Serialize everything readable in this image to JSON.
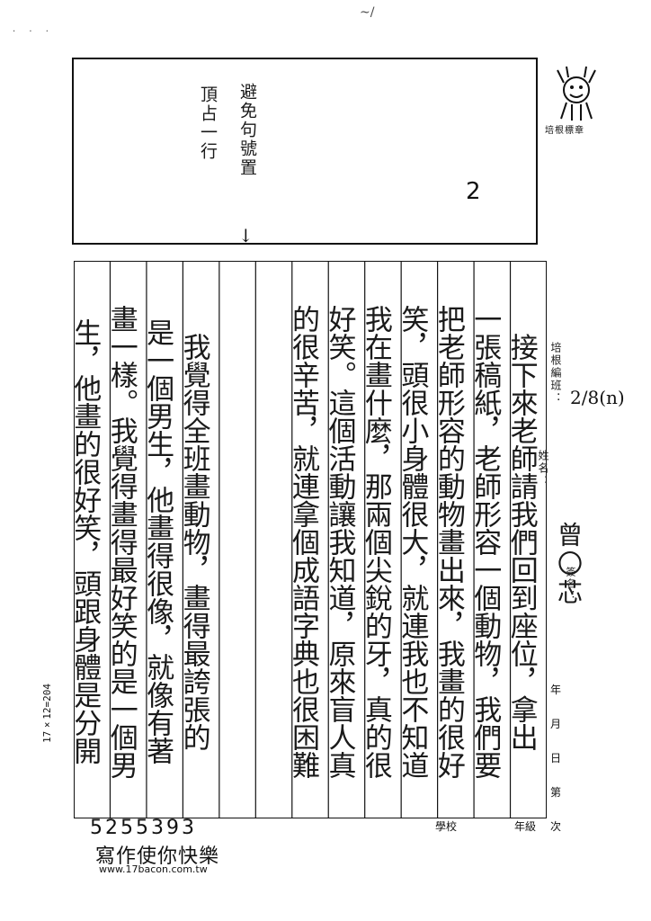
{
  "comment": {
    "line1": "頂占一行",
    "line2": "避免句號置",
    "page_number": "2",
    "arrow": "↓"
  },
  "logo": {
    "label": "培根標章"
  },
  "columns": [
    "接下來老師請我們回到座位，拿出",
    "一張稿紙，老師形容一個動物，我們要",
    "把老師形容的動物畫出來，我畫的很好",
    "笑，頭很小身體很大，就連我也不知道",
    "我在畫什麼，那兩個尖銳的牙，真的很",
    "好笑。這個活動讓我知道，原來盲人真",
    "的很辛苦，就連拿個成語字典也很困難",
    "",
    "",
    "我覺得全班畫動物，畫得最誇張的",
    "是一個男生，他畫得很像，就像有著",
    "畫一樣。我覺得畫得最好笑的是一個男",
    "生，他畫的很好笑，頭跟身體是分開"
  ],
  "info": {
    "vertical_label": "培根編班：",
    "class_code": "2/8(n)",
    "name_label": "姓名：",
    "author": "曾〇芯",
    "sign_label": "簽名：",
    "date_labels": [
      "年",
      "月",
      "日",
      "第",
      "次"
    ]
  },
  "grid_spec": "17×12=204",
  "footer": {
    "school_label": "學校",
    "grade_label": "年級",
    "code": "5255393",
    "slogan": "寫作使你快樂",
    "url": "www.17bacon.com.tw"
  },
  "marks": {
    "top_scribble": "~/",
    "corner": "· ·  ·"
  }
}
